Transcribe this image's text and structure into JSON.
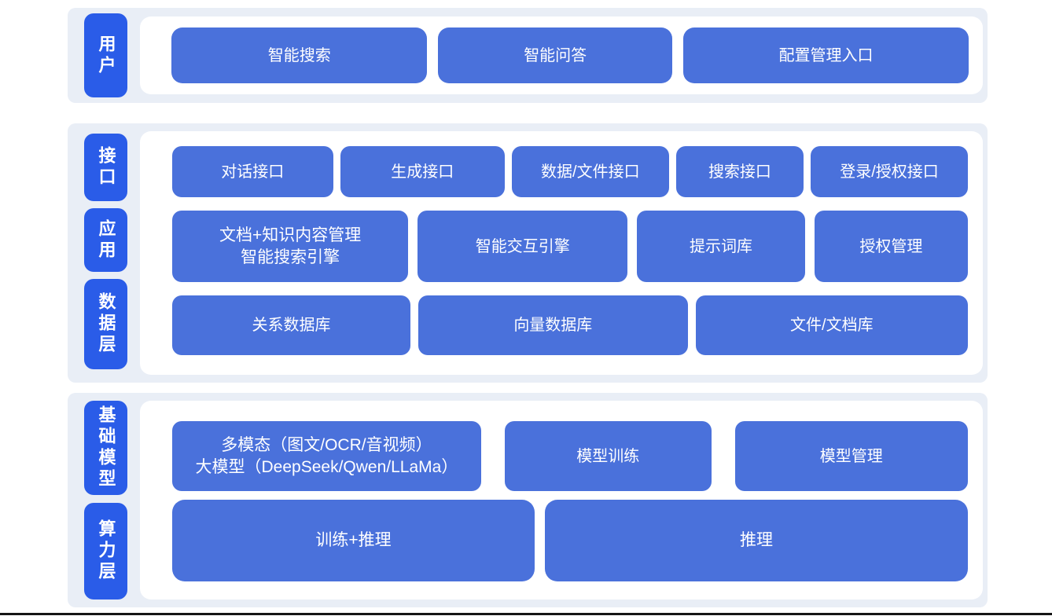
{
  "colors": {
    "page_bg": "#ffffff",
    "band_bg": "#e9eef6",
    "panel_bg": "#ffffff",
    "layer_tab_blue": "#2a5ce8",
    "block_blue": "#4a71db",
    "text_white": "#ffffff",
    "bottom_rule": "#141414"
  },
  "sections": [
    {
      "tabs": [
        {
          "label": "用户"
        }
      ],
      "rows": [
        {
          "buttons": [
            {
              "label": "智能搜索"
            },
            {
              "label": "智能问答"
            },
            {
              "label": "配置管理入口"
            }
          ]
        }
      ]
    },
    {
      "tabs": [
        {
          "label": "接口"
        },
        {
          "label": "应用"
        },
        {
          "label": "数据层"
        }
      ],
      "rows": [
        {
          "buttons": [
            {
              "label": "对话接口"
            },
            {
              "label": "生成接口"
            },
            {
              "label": "数据/文件接口"
            },
            {
              "label": "搜索接口"
            },
            {
              "label": "登录/授权接口"
            }
          ]
        },
        {
          "buttons": [
            {
              "line1": "文档+知识内容管理",
              "line2": "智能搜索引擎"
            },
            {
              "label": "智能交互引擎"
            },
            {
              "label": "提示词库"
            },
            {
              "label": "授权管理"
            }
          ]
        },
        {
          "buttons": [
            {
              "label": "关系数据库"
            },
            {
              "label": "向量数据库"
            },
            {
              "label": "文件/文档库"
            }
          ]
        }
      ]
    },
    {
      "tabs": [
        {
          "label": "基础模型"
        },
        {
          "label": "算力层"
        }
      ],
      "rows": [
        {
          "buttons": [
            {
              "line1": "多模态（图文/OCR/音视频）",
              "line2": "大模型（DeepSeek/Qwen/LLaMa）"
            },
            {
              "label": "模型训练"
            },
            {
              "label": "模型管理"
            }
          ]
        },
        {
          "buttons": [
            {
              "label": "训练+推理"
            },
            {
              "label": "推理"
            }
          ]
        }
      ]
    }
  ]
}
